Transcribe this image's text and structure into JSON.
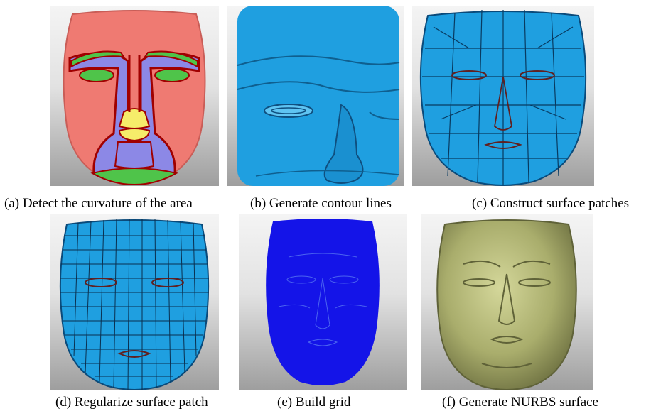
{
  "figure": {
    "panels": [
      {
        "caption": "(a) Detect the curvature of the area",
        "render": "colored-region-map"
      },
      {
        "caption": "(b) Generate contour lines",
        "render": "zoomed-contour-view"
      },
      {
        "caption": "(c) Construct surface patches",
        "render": "patch-layout"
      },
      {
        "caption": "(d) Regularize surface patch",
        "render": "regular-grid"
      },
      {
        "caption": "(e) Build grid",
        "render": "dense-blue-mesh"
      },
      {
        "caption": "(f) Generate NURBS surface",
        "render": "smooth-gold-surface"
      }
    ]
  },
  "colors": {
    "face_pink": "#ef7a72",
    "face_blue": "#1f9fe0",
    "face_mesh_blue": "#1414e8",
    "face_gold": "#a9ad6c",
    "region_green": "#4fc44a",
    "region_violet": "#8c88e6",
    "region_yellow": "#f6ec6a",
    "boundary_red": "#a00000"
  }
}
